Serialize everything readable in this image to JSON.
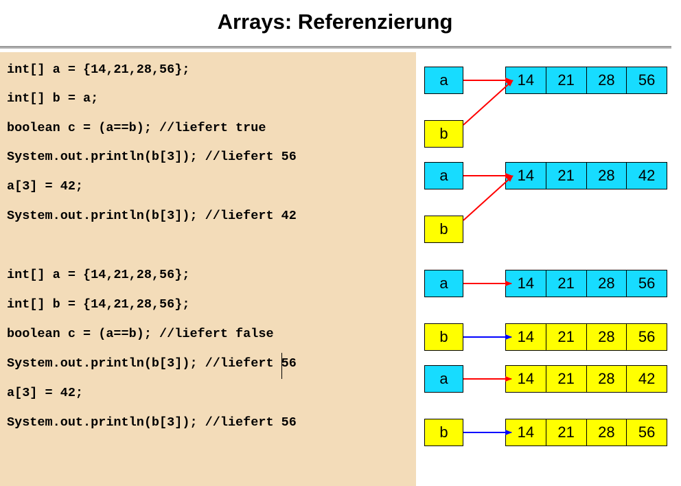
{
  "title": "Arrays: Referenzierung",
  "code_lines": [
    "int[] a = {14,21,28,56};",
    "int[] b = a;",
    "boolean c = (a==b); //liefert true",
    "System.out.println(b[3]); //liefert 56",
    "a[3] = 42;",
    "System.out.println(b[3]); //liefert 42",
    "int[] a = {14,21,28,56};",
    "int[] b = {14,21,28,56};",
    "boolean c = (a==b); //liefert false",
    "System.out.println(b[3]); //liefert 56",
    "a[3] = 42;",
    "System.out.println(b[3]); //liefert 56"
  ],
  "diagram": {
    "vars": [
      "a",
      "b",
      "a",
      "b",
      "a",
      "b",
      "a",
      "b"
    ],
    "arrays": [
      [
        "14",
        "21",
        "28",
        "56"
      ],
      [
        "14",
        "21",
        "28",
        "42"
      ],
      [
        "14",
        "21",
        "28",
        "56"
      ],
      [
        "14",
        "21",
        "28",
        "56"
      ],
      [
        "14",
        "21",
        "28",
        "42"
      ],
      [
        "14",
        "21",
        "28",
        "56"
      ]
    ]
  },
  "colors": {
    "code_background": "#f3dcb9",
    "array_a_fill": "#17dcff",
    "array_b_fill": "#ffff00",
    "arrow_a": "#ff0000",
    "arrow_b": "#0000ff"
  }
}
